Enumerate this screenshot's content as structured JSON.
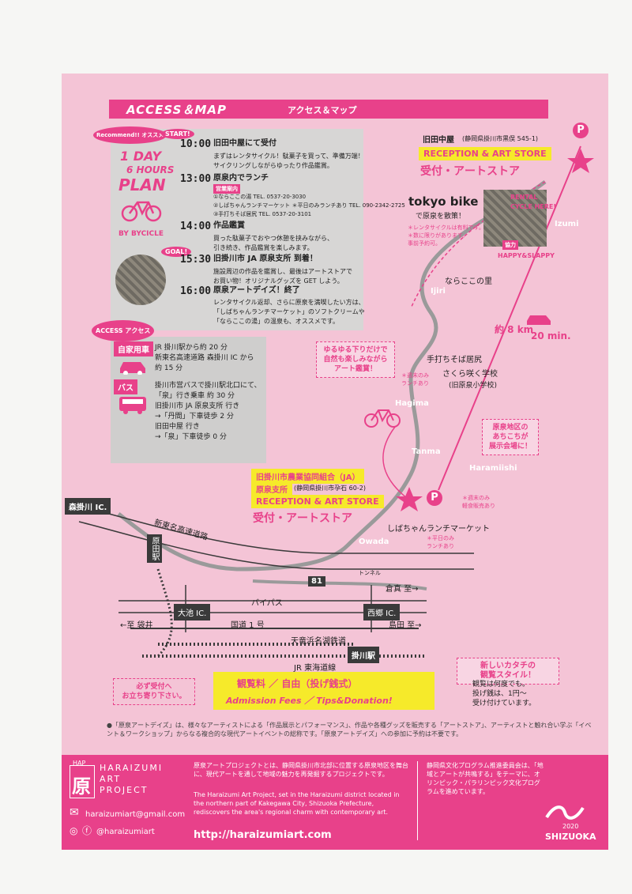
{
  "header": {
    "title": "ACCESS＆MAP",
    "subtitle": "アクセス＆マップ"
  },
  "plan": {
    "recommend": "Recommend!! オススメ",
    "title1": "1 DAY",
    "title2": "6 HOURS",
    "title3": "PLAN",
    "bycycle": "BY BYCICLE",
    "start": "START!",
    "goal": "GOAL!",
    "items": [
      {
        "time": "10:00",
        "head": "旧田中屋にて受付",
        "body": "まずはレンタサイクル！駄菓子を買って、準備万端！\nサイクリングしながらゆったり作品鑑賞。"
      },
      {
        "time": "13:00",
        "head": "原泉内でランチ",
        "body": "①ならここの湯 TEL. 0537-20-3030\n②しばちゃんランチマーケット ＊平日のみランチあり TEL. 090-2342-2725\n③手打ちそば居尻 TEL. 0537-20-3101"
      },
      {
        "time": "14:00",
        "head": "作品鑑賞",
        "body": "買った駄菓子でおやつ休憩を挟みながら、\n引き続き、作品鑑賞を楽しみます。"
      },
      {
        "time": "15:30",
        "head": "旧掛川市 JA 原泉支所 到着！",
        "body": "施設周辺の作品を鑑賞し、最後はアートストアで\nお買い物！オリジナルグッズを GET しよう。"
      },
      {
        "time": "16:00",
        "head": "原泉アートデイズ！終了",
        "body": "レンタサイクル返却、さらに原泉を満喫したい方は、\n「しばちゃんランチマーケット」のソフトクリームや\n「ならここの湯」の温泉も、オススメです。"
      }
    ],
    "lunch_label": "営業案内"
  },
  "access": {
    "tag": "ACCESS アクセス",
    "car_label": "自家用車",
    "car_text": "JR 掛川駅から約 20 分\n新東名高速道路 森掛川 IC から\n約 15 分",
    "bus_label": "バス",
    "bus_text": "掛川市営バスで掛川駅北口にて、\n「泉」行き乗車 約 30 分\n旧掛川市 JA 原泉支所 行き\n→「丹間」下車徒歩 2 分\n旧田中屋 行き\n→「泉」下車徒歩 0 分"
  },
  "map": {
    "tanakaya": "旧田中屋",
    "tanakaya_addr": "(静岡県掛川市黒俣 545-1)",
    "reception1": "RECEPTION & ART STORE",
    "reception1_jp": "受付・アートストア",
    "tokyobike": "tokyo bike",
    "tokyobike_sub": "で原泉を散策！",
    "tokyobike_note": "＊レンタサイクルは有料です。\n＊数に限りがあります。\n事前予約可。",
    "rental": "RENTAL CYCLE HERE!",
    "kyoryoku": "協力",
    "happy": "HAPPY&SLAPPY",
    "izumi": "Izumi",
    "ijiri": "Ijiri",
    "naraboko": "ならここの里",
    "distance_km": "約 8 km",
    "distance_min": "20 min.",
    "slope": "ゆるゆる下りだけで\n自然も楽しみながら\nアート鑑賞！",
    "soba": "手打ちそば居尻",
    "sakura": "さくら咲く学校",
    "school": "(旧原泉小学校)",
    "weekend_lunch": "＊週末のみ\nランチあり",
    "hagima": "Hagima",
    "tanma": "Tanma",
    "haramiishi": "Haramiishi",
    "owada": "Owada",
    "venue_note": "原泉地区の\nあちこちが\n展示会場に！",
    "ja": "旧掛川市農業協同組合（JA）",
    "ja_sub": "原泉支所",
    "ja_addr": "(静岡県掛川市孕石 60-2)",
    "reception2": "RECEPTION & ART STORE",
    "reception2_jp": "受付・アートストア",
    "weekend_shop": "＊週末のみ\n軽食販売あり",
    "shiba": "しばちゃんランチマーケット",
    "weekday_lunch": "＊平日のみ\nランチあり",
    "mori_ic": "森掛川 IC.",
    "shintomei": "新東名高速道路",
    "harada": "原田駅",
    "route81": "81",
    "tunnel": "トンネル",
    "kurami": "倉真 至→",
    "oike_ic": "大池 IC.",
    "bypass": "バイパス",
    "nishigo_ic": "西郷 IC.",
    "fukuroi": "←至 袋井",
    "route1": "国道 1 号",
    "shimada": "島田 至→",
    "tenryu": "天竜浜名湖鉄道",
    "kakegawa": "掛川駅",
    "tokaido": "JR 東海道線"
  },
  "callouts": {
    "left": "必ず受付へ\nお立ち寄り下さい。",
    "right_title": "新しいカタチの\n観覧スタイル！",
    "right_body": "観覧は何度でも。\n投げ銭は、1円〜\n受け付けています。"
  },
  "fee": {
    "jp": "観覧料 ／ 自由（投げ銭式）",
    "en": "Admission Fees ／ Tips&Donation!"
  },
  "note": "●「原泉アートデイズ」は、様々なアーティストによる「作品展示とパフォーマンス」、作品や各種グッズを販売する「アートストア」、アーティストと触れ合い学ぶ「イベント＆ワークショップ」からなる複合的な現代アートイベントの総称です。「原泉アートデイズ」への参加に予約は不要です。",
  "footer": {
    "hap": "HAP",
    "logo_char": "原",
    "name1": "HARAIZUMI",
    "name2": "ART",
    "name3": "PROJECT",
    "email": "haraizumiart@gmail.com",
    "social": "@haraizumiart",
    "url": "http://haraizumiart.com",
    "jp_desc": "原泉アートプロジェクトとは、静岡県掛川市北部に位置する原泉地区を舞台に、現代アートを通して地域の魅力を再発掘するプロジェクトです。",
    "en_desc": "The Haraizumi Art Project, set in the Haraizumi district located in the northern part of Kakegawa City, Shizuoka Prefecture, rediscovers the area's regional charm with contemporary art.",
    "shizuoka_desc": "静岡県文化プログラム推進委員会は、「地域とアートが共鳴する」をテーマに、オリンピック・パラリンピック文化プログラムを進めています。",
    "year": "2020",
    "shizuoka": "SHIZUOKA"
  }
}
